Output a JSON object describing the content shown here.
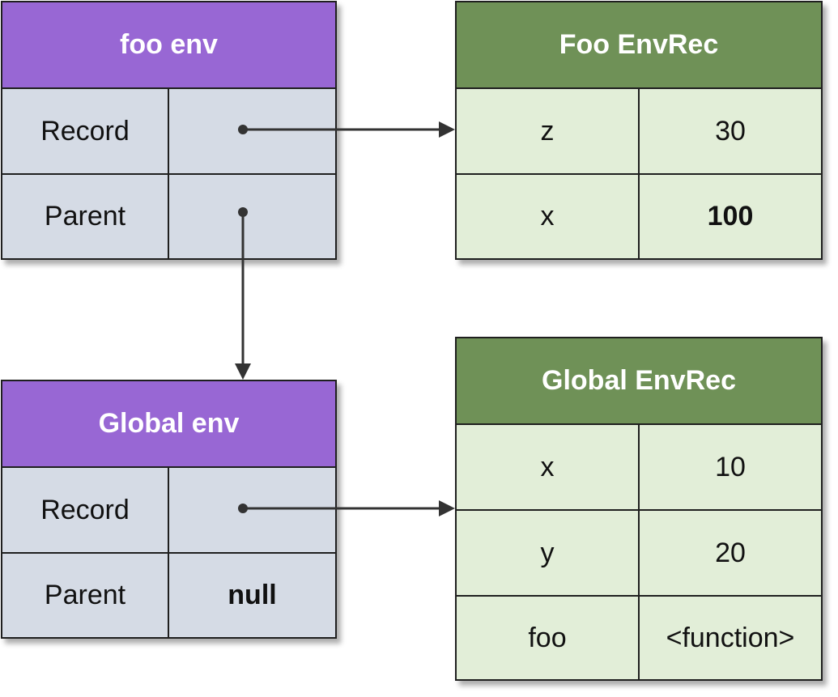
{
  "foo_env": {
    "title": "foo env",
    "rows": [
      {
        "label": "Record",
        "value": ""
      },
      {
        "label": "Parent",
        "value": ""
      }
    ]
  },
  "global_env": {
    "title": "Global env",
    "rows": [
      {
        "label": "Record",
        "value": ""
      },
      {
        "label": "Parent",
        "value": "null"
      }
    ]
  },
  "foo_envrec": {
    "title": "Foo EnvRec",
    "rows": [
      {
        "name": "z",
        "value": "30"
      },
      {
        "name": "x",
        "value": "100"
      }
    ]
  },
  "global_envrec": {
    "title": "Global EnvRec",
    "rows": [
      {
        "name": "x",
        "value": "10"
      },
      {
        "name": "y",
        "value": "20"
      },
      {
        "name": "foo",
        "value": "<function>"
      }
    ]
  },
  "colors": {
    "env_header": "#9867d4",
    "env_body": "#d5dbe5",
    "record_header": "#6f9157",
    "record_body": "#e2eed8",
    "border": "#1f1f1f",
    "arrow": "#333333"
  }
}
